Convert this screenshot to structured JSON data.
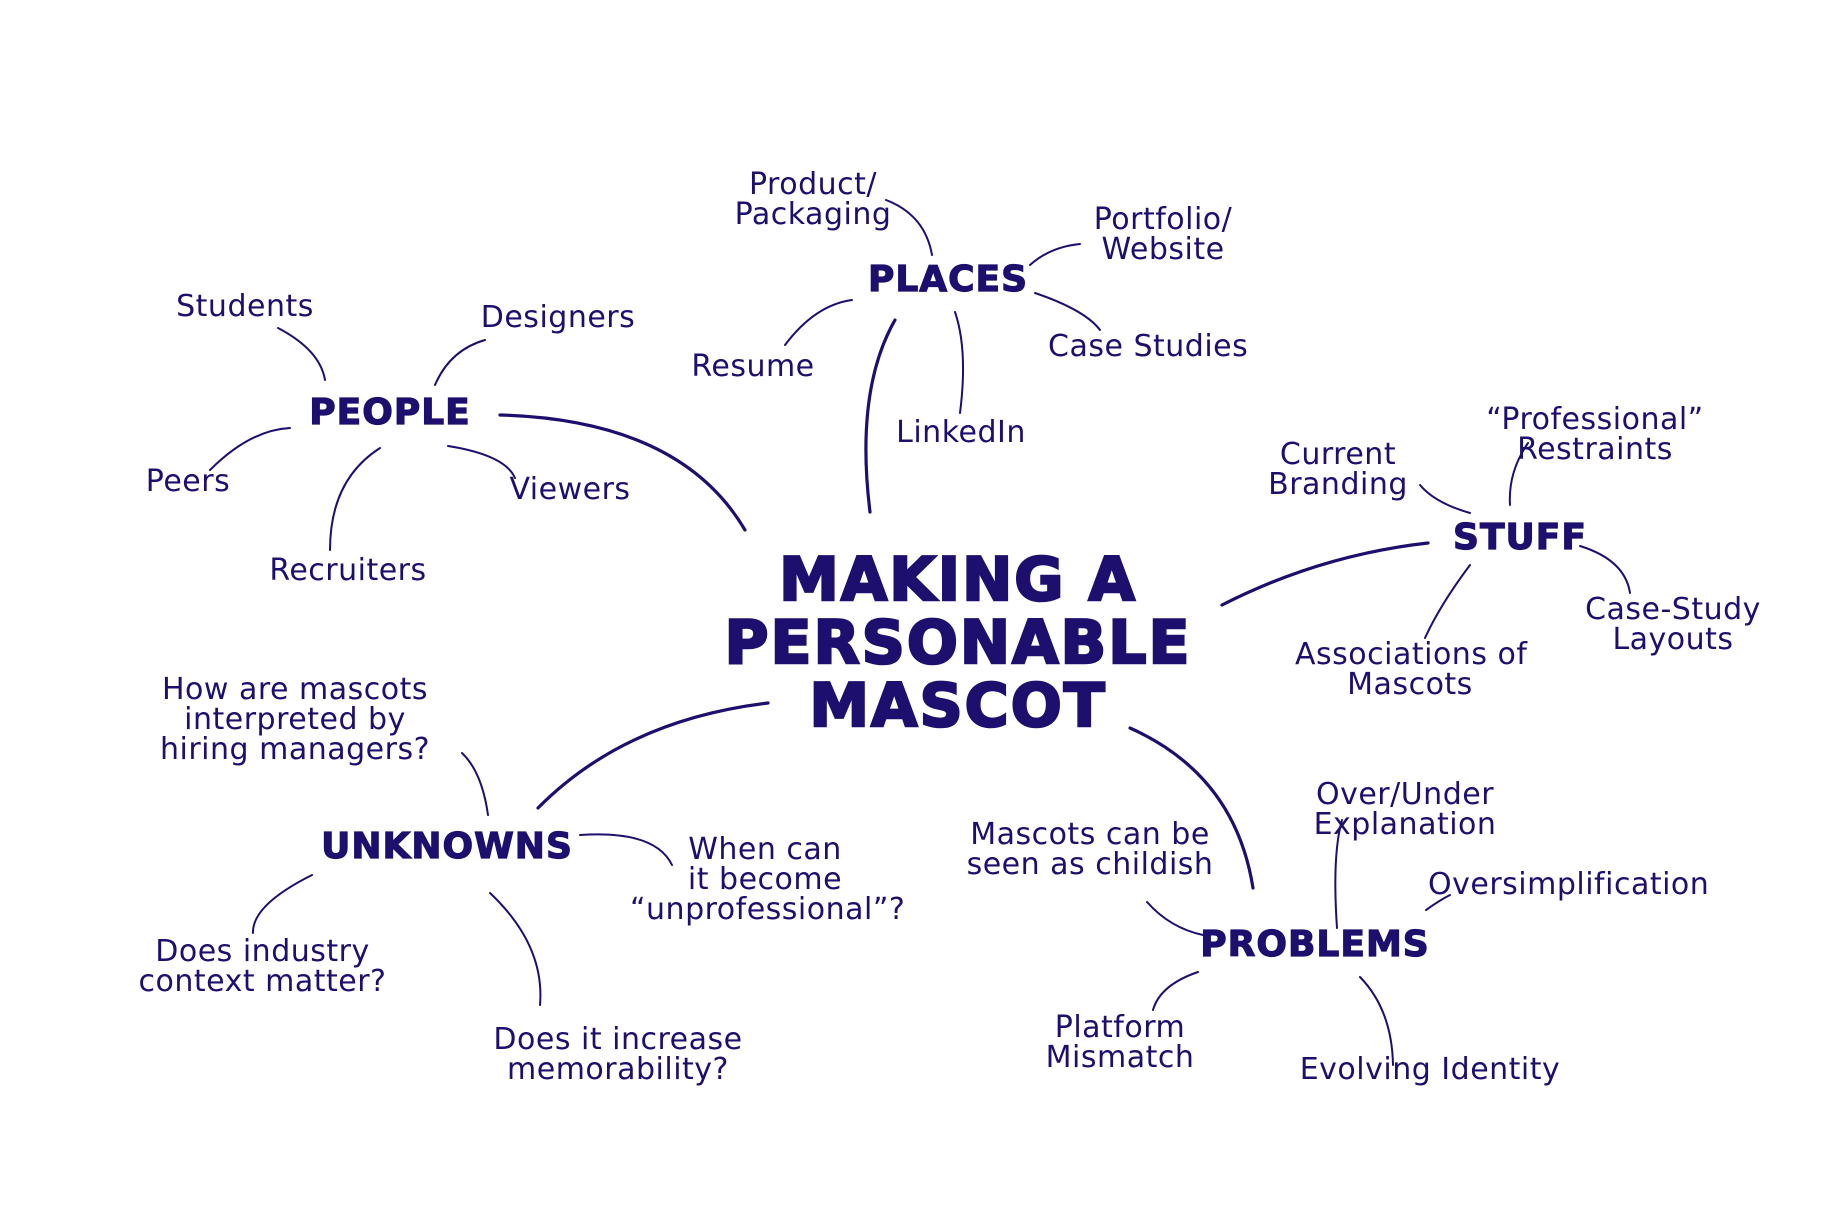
{
  "center": {
    "lines": [
      "MAKING A",
      "PERSONABLE",
      "MASCOT"
    ]
  },
  "categories": {
    "people": "PEOPLE",
    "places": "PLACES",
    "stuff": "STUFF",
    "unknowns": "UNKNOWNS",
    "problems": "PROBLEMS"
  },
  "people": {
    "students": "Students",
    "designers": "Designers",
    "peers": "Peers",
    "viewers": "Viewers",
    "recruiters": "Recruiters"
  },
  "places": {
    "product": [
      "Product/",
      "Packaging"
    ],
    "portfolio": [
      "Portfolio/",
      "Website"
    ],
    "resume": "Resume",
    "case_studies": "Case Studies",
    "linkedin": "LinkedIn"
  },
  "stuff": {
    "current_branding": [
      "Current",
      "Branding"
    ],
    "professional_restraints": [
      "“Professional”",
      "Restraints"
    ],
    "associations": [
      "Associations of",
      "Mascots"
    ],
    "case_study_layouts": [
      "Case-Study",
      "Layouts"
    ]
  },
  "unknowns": {
    "hiring_managers": [
      "How are mascots",
      "interpreted by",
      "hiring managers?"
    ],
    "unprofessional": [
      "When can",
      "it become",
      "“unprofessional”?"
    ],
    "industry_context": [
      "Does industry",
      "context matter?"
    ],
    "memorability": [
      "Does it increase",
      "memorability?"
    ]
  },
  "problems": {
    "childish": [
      "Mascots can be",
      "seen as childish"
    ],
    "over_under": [
      "Over/Under",
      "Explanation"
    ],
    "oversimplification": "Oversimplification",
    "platform_mismatch": [
      "Platform",
      "Mismatch"
    ],
    "evolving_identity": "Evolving Identity"
  },
  "colors": {
    "ink": "#1c0f6e",
    "background": "#ffffff"
  }
}
